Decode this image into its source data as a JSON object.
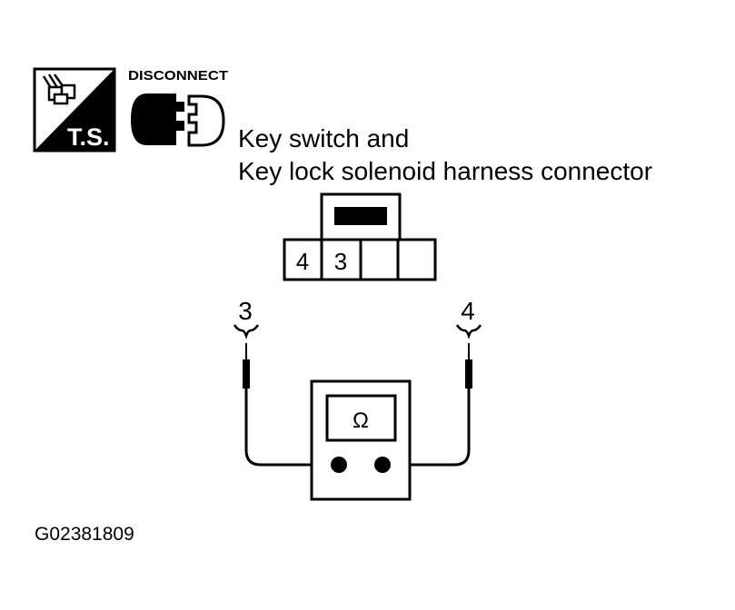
{
  "icons": {
    "ts": {
      "label": "T.S.",
      "icon": "ts-connector-icon"
    },
    "disconnect": {
      "label": "DISCONNECT",
      "icon": "disconnect-connector-icon"
    }
  },
  "connector": {
    "title_line1": "Key switch and",
    "title_line2": "Key lock solenoid harness connector",
    "terminals": [
      "4",
      "3",
      "",
      ""
    ]
  },
  "probes": {
    "left_label": "3",
    "right_label": "4"
  },
  "meter": {
    "symbol": "Ω",
    "icon": "ohmmeter-icon"
  },
  "figure_id": "G02381809"
}
